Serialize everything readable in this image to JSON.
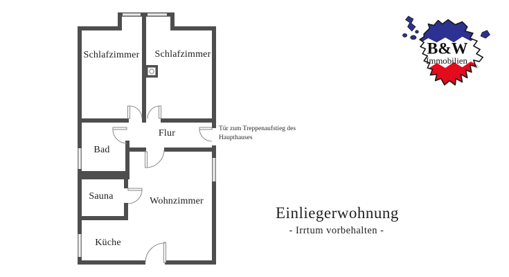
{
  "floor_plan": {
    "rooms": [
      {
        "id": "schlafzimmer-left",
        "label": "Schlafzimmer"
      },
      {
        "id": "schlafzimmer-right",
        "label": "Schlafzimmer"
      },
      {
        "id": "flur",
        "label": "Flur"
      },
      {
        "id": "bad",
        "label": "Bad"
      },
      {
        "id": "sauna",
        "label": "Sauna"
      },
      {
        "id": "wohnzimmer",
        "label": "Wohnzimmer"
      },
      {
        "id": "kueche",
        "label": "Küche"
      }
    ],
    "annotation": {
      "line1": "Tür zum Treppenaufstieg des",
      "line2": "Haupthauses"
    },
    "colors": {
      "wall": "#4e4e4e",
      "window": "#b9b9b9",
      "door_line": "#909090"
    }
  },
  "caption": {
    "title": "Einliegerwohnung",
    "subtitle": "- Irrtum vorbehalten -"
  },
  "logo": {
    "line1": "B&W",
    "line2": "Immobilien",
    "registered": "®",
    "colors": {
      "blue": "#2d3191",
      "red": "#e30b1c",
      "outline": "#1a1a1a"
    }
  }
}
